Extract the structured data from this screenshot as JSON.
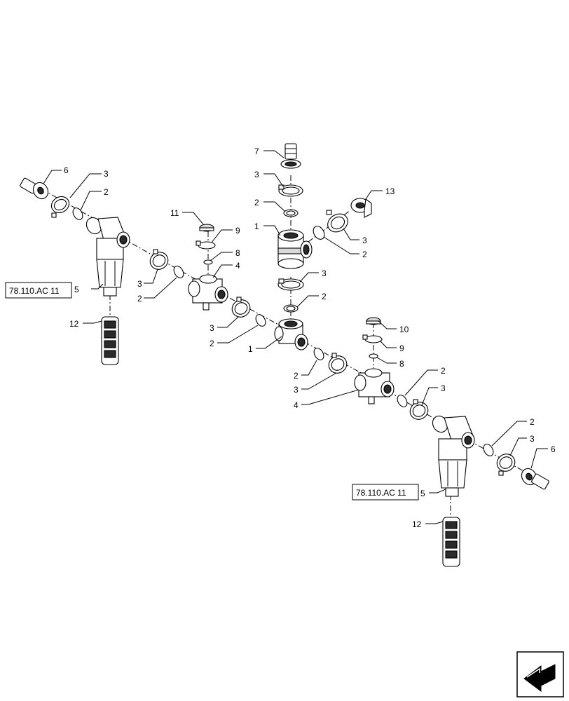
{
  "callouts": {
    "top_fitting": "7",
    "top_clamp": "3",
    "top_seal": "2",
    "top_tee": "1",
    "right_elbow": "13",
    "elbow_clamp": "3",
    "elbow_seal": "2",
    "lower_tee_clamp": "3",
    "lower_tee_seal": "2",
    "left_inlet": "6",
    "left_inlet_clamp": "3",
    "left_inlet_seal": "2",
    "left_plug": "11",
    "left_plug_clip": "9",
    "left_plug_oring": "8",
    "left_cross": "4",
    "left_filter_clamp": "3",
    "left_filter_seal": "2",
    "left_filter": "5",
    "left_strainer": "12",
    "mid_clamp": "3",
    "mid_seal": "2",
    "mid_tee": "1",
    "right_plug": "10",
    "right_plug_clip": "9",
    "right_plug_oring": "8",
    "right_cross_seal": "2",
    "right_cross_clamp": "3",
    "right_cross": "4",
    "right_filter_seal": "2",
    "right_filter_clamp": "3",
    "outlet_seal": "2",
    "outlet_clamp": "3",
    "right_outlet": "6",
    "right_filter": "5",
    "right_strainer": "12"
  },
  "references": {
    "left": "78.110.AC 11",
    "right": "78.110.AC 11"
  },
  "icons": {
    "navigation": "next-page-arrow-icon"
  }
}
